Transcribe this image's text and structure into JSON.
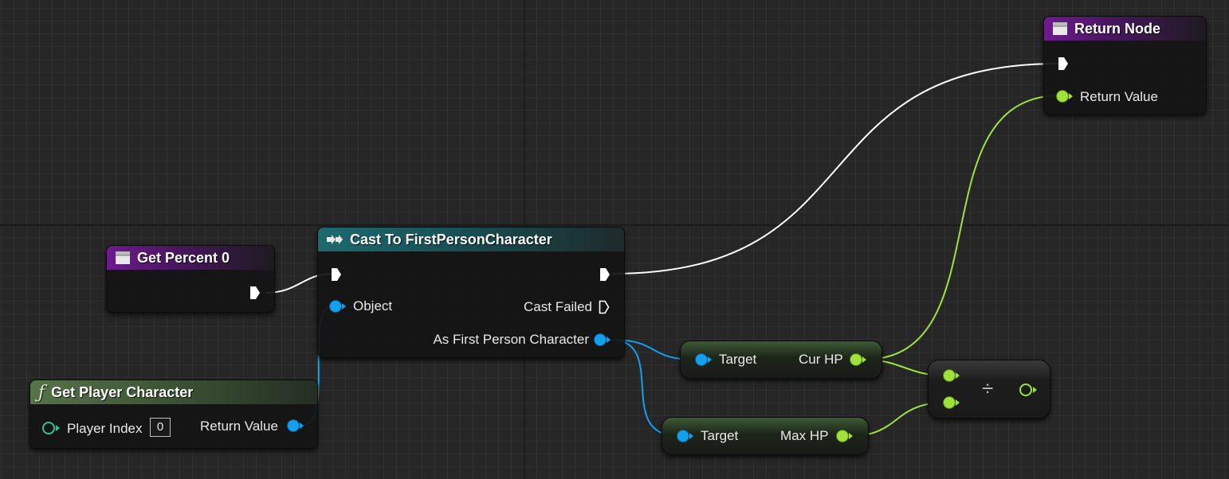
{
  "nodes": {
    "get_percent": {
      "title": "Get Percent 0",
      "icon": "function-entry-icon"
    },
    "cast": {
      "title": "Cast To FirstPersonCharacter",
      "object_label": "Object",
      "cast_failed_label": "Cast Failed",
      "as_label": "As First Person Character",
      "icon": "cast-icon"
    },
    "get_player": {
      "title": "Get Player Character",
      "title_icon": "ƒ",
      "player_index_label": "Player Index",
      "player_index_value": "0",
      "return_label": "Return Value"
    },
    "return_node": {
      "title": "Return Node",
      "return_label": "Return Value",
      "icon": "function-entry-icon"
    },
    "cur_hp": {
      "target_label": "Target",
      "output_label": "Cur HP"
    },
    "max_hp": {
      "target_label": "Target",
      "output_label": "Max HP"
    },
    "divide": {
      "symbol": "÷"
    }
  },
  "colors": {
    "exec_wire": "#ffffff",
    "object_wire": "#12a0ef",
    "float_wire": "#9ee23a",
    "function_header": "#6e1b8e",
    "cast_header": "#1d6a6f",
    "pure_header": "#56734a"
  }
}
